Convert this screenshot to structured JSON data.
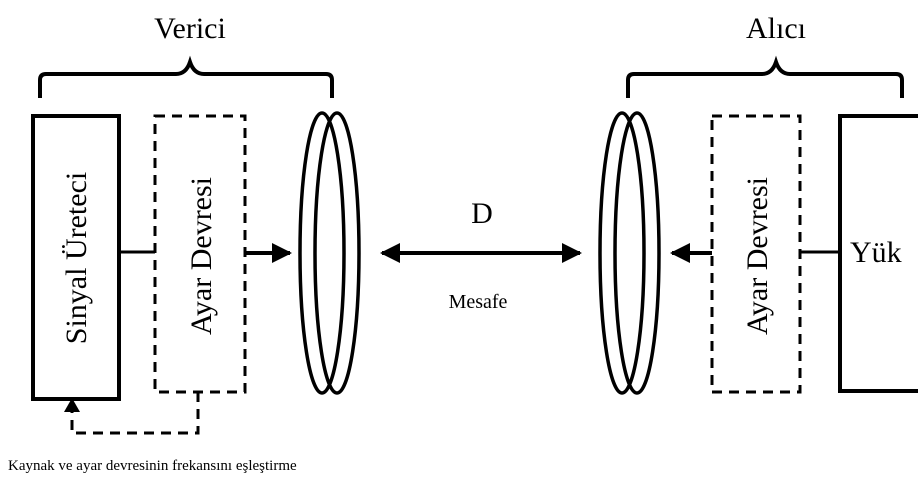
{
  "transmitter": {
    "title": "Verici",
    "signal_generator_label": "Sinyal Üreteci",
    "tuning_circuit_label": "Ayar Devresi"
  },
  "receiver": {
    "title": "Alıcı",
    "tuning_circuit_label": "Ayar Devresi",
    "load_label": "Yük"
  },
  "link": {
    "distance_symbol": "D",
    "distance_label": "Mesafe"
  },
  "caption": "Kaynak ve ayar devresinin frekansını eşleştirme"
}
